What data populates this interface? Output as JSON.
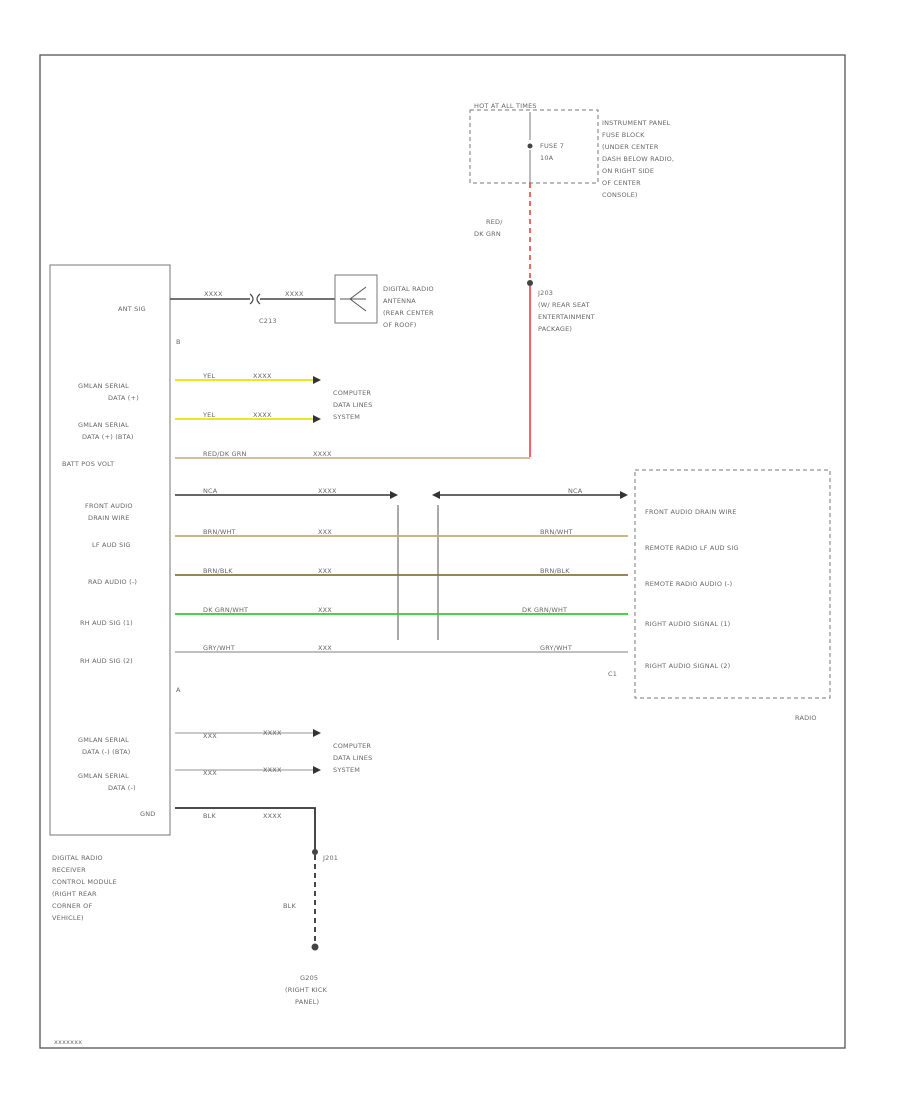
{
  "diagram_id": "xxxxxxx",
  "fuse_block": {
    "hot_label": "HOT AT ALL TIMES",
    "fuse_name": "FUSE 7",
    "fuse_rating": "10A",
    "location": [
      "INSTRUMENT PANEL",
      "FUSE BLOCK",
      "(UNDER CENTER",
      "DASH BELOW RADIO,",
      "ON RIGHT SIDE",
      "OF CENTER",
      "CONSOLE)"
    ]
  },
  "supply_wire": [
    "RED/",
    "DK GRN"
  ],
  "splice": {
    "name": "J203",
    "notes": [
      "(W/ REAR SEAT",
      "ENTERTAINMENT",
      "PACKAGE)"
    ]
  },
  "antenna": {
    "label": [
      "DIGITAL RADIO",
      "ANTENNA",
      "(REAR CENTER",
      "OF ROOF)"
    ],
    "connector": "C213",
    "wire_left": "XXXX",
    "wire_right": "XXXX"
  },
  "module": {
    "label": [
      "DIGITAL RADIO",
      "RECEIVER",
      "CONTROL MODULE",
      "(RIGHT REAR",
      "CORNER OF",
      "VEHICLE)"
    ],
    "pins": {
      "ant_sig": "ANT SIG",
      "conn_b": "B",
      "serial1": [
        "GMLAN SERIAL",
        "DATA (+)"
      ],
      "serial2": [
        "GMLAN SERIAL",
        "DATA (+) (BTA)"
      ],
      "batt": "BATT POS VOLT",
      "front_drain": [
        "FRONT AUDIO",
        "DRAIN WIRE"
      ],
      "lf_aud": "LF AUD SIG",
      "rad_audio": "RAD AUDIO (-)",
      "rh_aud_1": "RH AUD SIG (1)",
      "rh_aud_2": "RH AUD SIG (2)",
      "conn_a": "A",
      "serial3": [
        "GMLAN SERIAL",
        "DATA (-) (BTA)"
      ],
      "serial4": [
        "GMLAN SERIAL",
        "DATA (-)"
      ],
      "gnd": "GND"
    }
  },
  "wires": {
    "serial1": {
      "color": "YEL",
      "circuit": "XXXX"
    },
    "serial2": {
      "color": "YEL",
      "circuit": "XXXX"
    },
    "batt": {
      "color": "RED/DK GRN",
      "circuit": "XXXX"
    },
    "drain": {
      "color": "NCA",
      "circuit": "XXXX",
      "right_color": "NCA"
    },
    "lf": {
      "color": "BRN/WHT",
      "circuit": "XXX",
      "right_color": "BRN/WHT"
    },
    "rad": {
      "color": "BRN/BLK",
      "circuit": "XXX",
      "right_color": "BRN/BLK"
    },
    "rh1": {
      "color": "DK GRN/WHT",
      "circuit": "XXX",
      "right_color": "DK GRN/WHT"
    },
    "rh2": {
      "color": "GRY/WHT",
      "circuit": "XXX",
      "right_color": "GRY/WHT"
    },
    "serial3": {
      "color": "XXX",
      "circuit": "XXXX"
    },
    "serial4": {
      "color": "XXX",
      "circuit": "XXXX"
    },
    "gnd": {
      "color": "BLK",
      "circuit": "XXXX"
    }
  },
  "system_ref": [
    "COMPUTER",
    "DATA LINES",
    "SYSTEM"
  ],
  "radio": {
    "name": "RADIO",
    "connector": "C1",
    "pins": [
      "FRONT AUDIO DRAIN WIRE",
      "REMOTE RADIO LF AUD SIG",
      "REMOTE RADIO AUDIO (-)",
      "RIGHT AUDIO SIGNAL (1)",
      "RIGHT AUDIO SIGNAL (2)"
    ]
  },
  "ground": {
    "splice": "J201",
    "wire_color": "BLK",
    "name": "G205",
    "location": [
      "(RIGHT KICK",
      "PANEL)"
    ]
  },
  "colors": {
    "red_wire": "#ef3030",
    "yellow_wire": "#e6e600",
    "tan_wire": "#c8a878",
    "brown_wire": "#8c7436",
    "green_wire": "#34c834",
    "gray_wire": "#999999",
    "dark_wire": "#333333"
  }
}
